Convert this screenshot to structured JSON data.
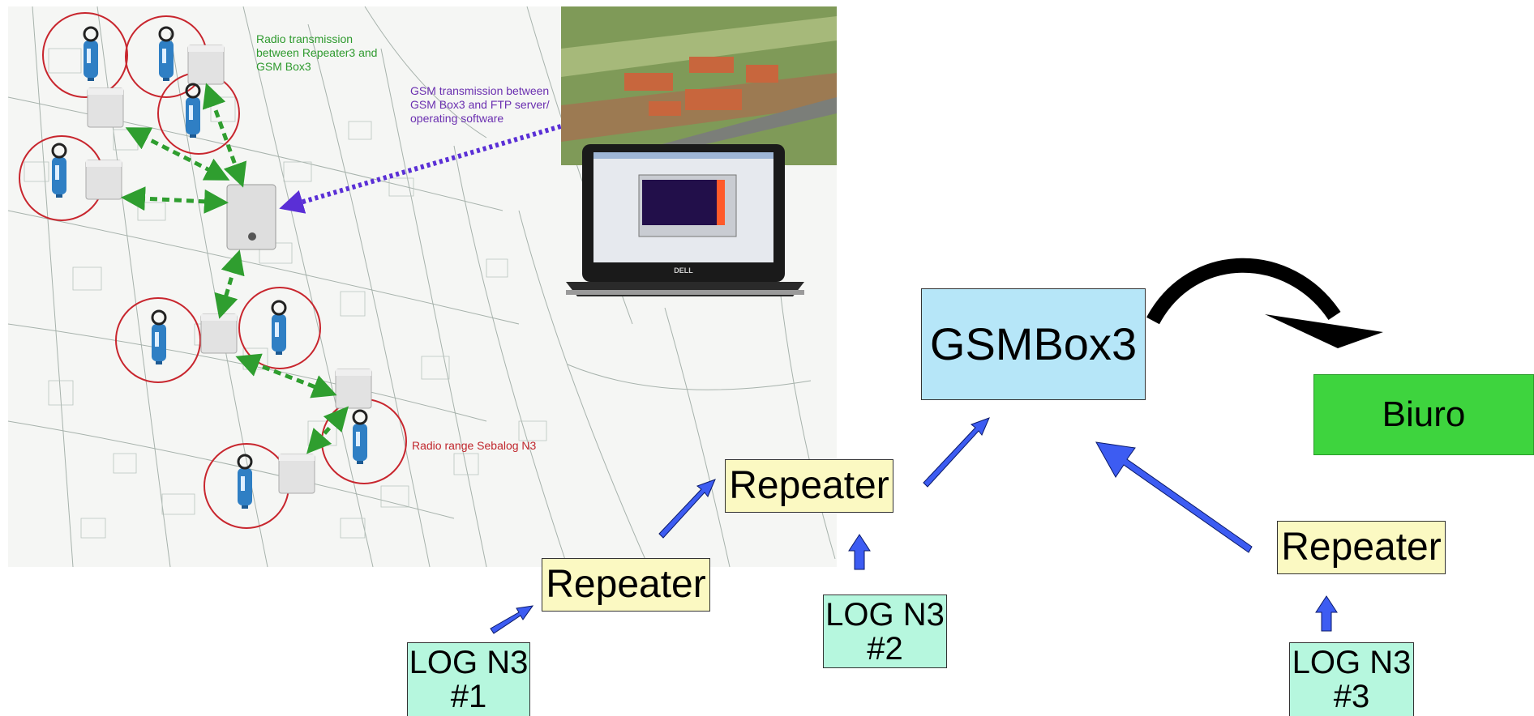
{
  "annotations": {
    "radio": {
      "lines": [
        "Radio transmission",
        "between Repeater3 and",
        "GSM Box3"
      ],
      "color": "#2e9a2e"
    },
    "gsm_transmission": {
      "lines": [
        "GSM transmission between",
        "GSM Box3 and FTP server/",
        "operating software"
      ],
      "color": "#6a2fb0"
    },
    "radio_range": {
      "text": "Radio range Sebalog N3",
      "color": "#c0262c"
    }
  },
  "laptop": {
    "brand": "DELL"
  },
  "diagram": {
    "gsmbox": "GSMBox3",
    "biuro": "Biuro",
    "repeater_1": "Repeater",
    "repeater_2": "Repeater",
    "repeater_3": "Repeater",
    "log_1": {
      "line1": "LOG N3",
      "line2": "#1"
    },
    "log_2": {
      "line1": "LOG N3",
      "line2": "#2"
    },
    "log_3": {
      "line1": "LOG N3",
      "line2": "#3"
    }
  },
  "colors": {
    "arrow_blue": "#3d5cf2",
    "radio_circle": "#c8262e",
    "green_link": "#2f9e2f",
    "purple_link": "#5a2fd6",
    "repeater_fill": "#fbf9c2",
    "log_fill": "#b6f7de",
    "gsmbox_fill": "#b6e6f8",
    "biuro_fill": "#3ed43e"
  }
}
